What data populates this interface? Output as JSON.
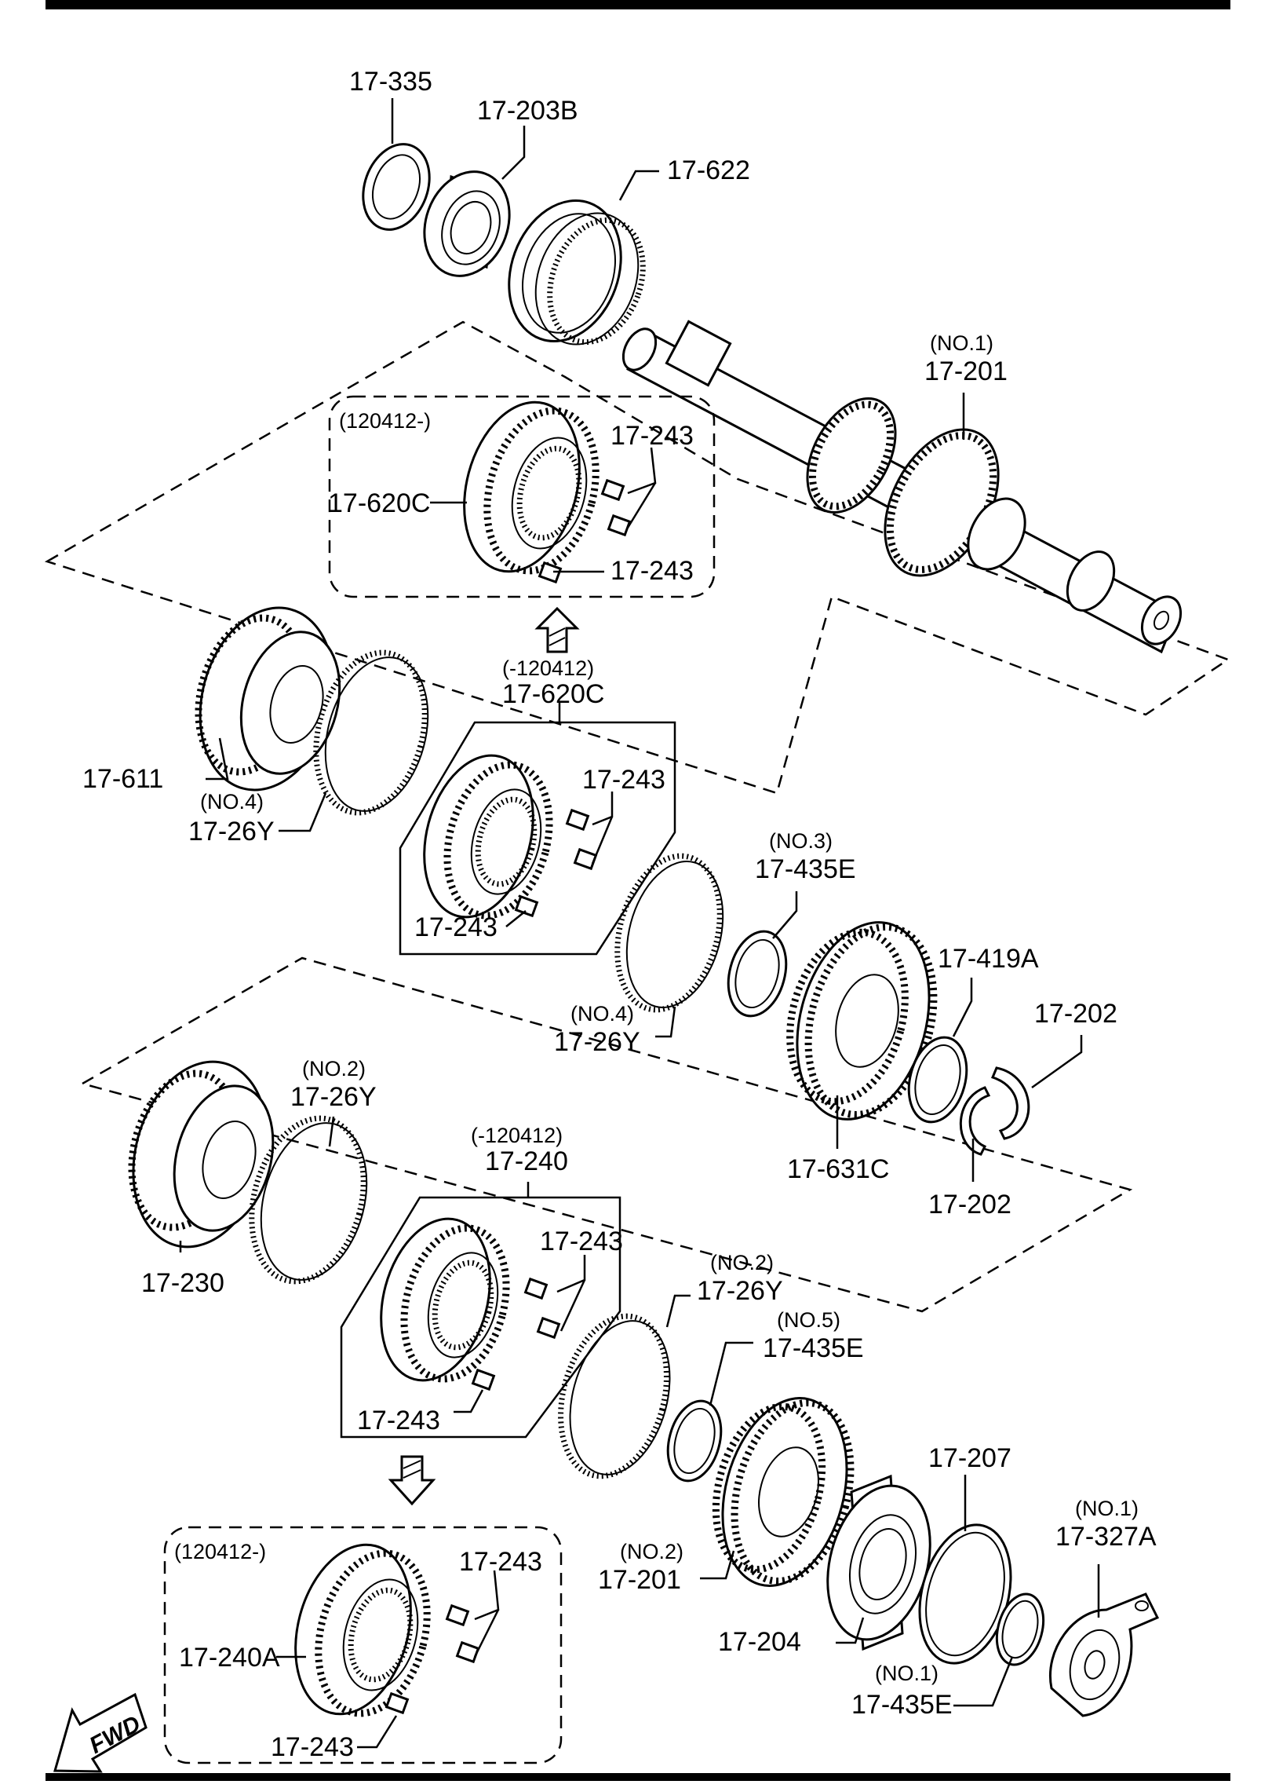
{
  "labels": {
    "p17_335": "17-335",
    "p17_203b": "17-203B",
    "p17_622": "17-622",
    "no1_top": "(NO.1)",
    "p17_201_top": "17-201",
    "date_new_1": "(120412-)",
    "p17_620c_a": "17-620C",
    "p17_243_a": "17-243",
    "p17_243_b": "17-243",
    "date_old_1": "(-120412)",
    "p17_620c_b": "17-620C",
    "p17_243_c": "17-243",
    "p17_243_d": "17-243",
    "p17_611": "17-611",
    "no4_a": "(NO.4)",
    "p17_26y_a": "17-26Y",
    "no3": "(NO.3)",
    "p17_435e_a": "17-435E",
    "p17_419a": "17-419A",
    "p17_202_a": "17-202",
    "no4_b": "(NO.4)",
    "p17_26y_b": "17-26Y",
    "p17_631c": "17-631C",
    "p17_202_b": "17-202",
    "no2_a": "(NO.2)",
    "p17_26y_c": "17-26Y",
    "p17_230": "17-230",
    "date_old_2": "(-120412)",
    "p17_240": "17-240",
    "p17_243_e": "17-243",
    "p17_243_f": "17-243",
    "no2_b": "(NO.2)",
    "p17_26y_d": "17-26Y",
    "no5": "(NO.5)",
    "p17_435e_b": "17-435E",
    "p17_207": "17-207",
    "no1_b": "(NO.1)",
    "p17_327a": "17-327A",
    "no2_c": "(NO.2)",
    "p17_201_b": "17-201",
    "date_new_2": "(120412-)",
    "p17_240a": "17-240A",
    "p17_243_g": "17-243",
    "p17_243_h": "17-243",
    "p17_204": "17-204",
    "no1_c": "(NO.1)",
    "p17_435e_c": "17-435E",
    "fwd": "FWD"
  },
  "colors": {
    "ink": "#000000",
    "paper": "#ffffff"
  },
  "icons": {
    "forward_arrow": "fwd-arrow-icon",
    "transition_arrow": "hatched-arrow-icon"
  }
}
